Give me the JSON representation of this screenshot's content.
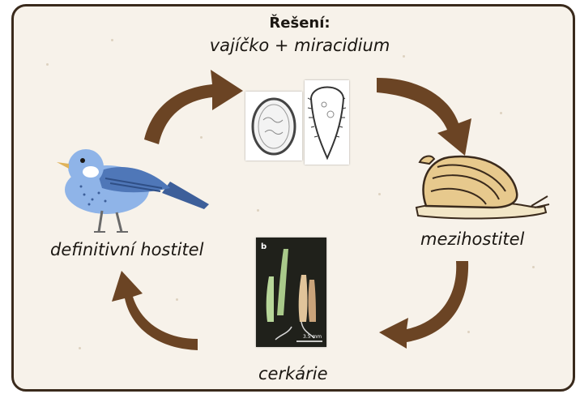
{
  "title": "Řešení:",
  "subtitle": "vajíčko + miracidium",
  "labels": {
    "definitive_host": "definitivní hostitel",
    "intermediate_host": "mezihostitel",
    "cercariae": "cerkárie"
  },
  "photo_caption": "b",
  "scale_text": "3.5 mm",
  "colors": {
    "arrow": "#6b4424",
    "border": "#3a2a1c",
    "background": "#f7f2ea",
    "bird_blue": "#8fb4e8",
    "snail_shell": "#e7c98d"
  }
}
